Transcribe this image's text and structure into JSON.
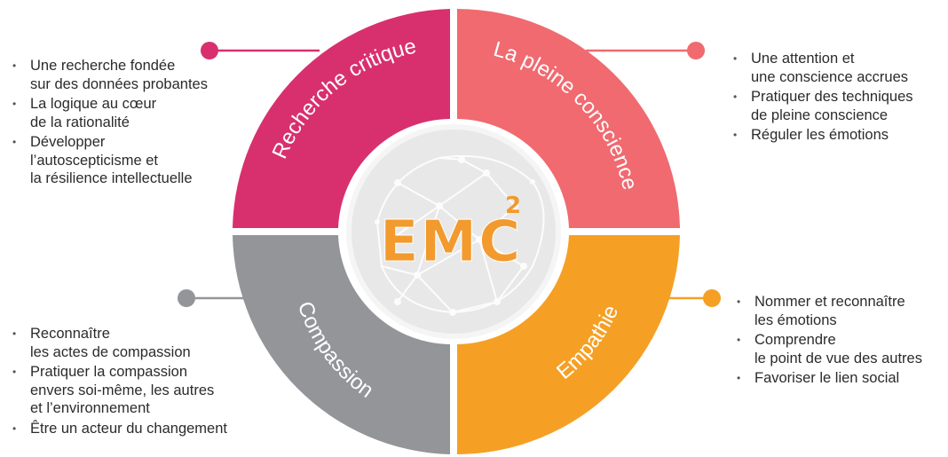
{
  "center_logo": {
    "text": "EMC",
    "superscript": "2",
    "color": "#f29a2e"
  },
  "segments": [
    {
      "id": "rc",
      "label": "Recherche critique",
      "color": "#d8306e",
      "items": [
        "Une recherche fondée\nsur des données probantes",
        "La logique au cœur\nde la rationalité",
        "Développer\nl’autoscepticisme et\nla résilience intellectuelle"
      ]
    },
    {
      "id": "pc",
      "label": "La pleine conscience",
      "color": "#f06a70",
      "items": [
        "Une attention et\nune conscience accrues",
        "Pratiquer des techniques\nde pleine conscience",
        "Réguler les émotions"
      ]
    },
    {
      "id": "co",
      "label": "Compassion",
      "color": "#939598",
      "items": [
        "Reconnaître\nles actes de compassion",
        "Pratiquer la compassion\nenvers soi-même, les autres\net l’environnement",
        "Être un acteur du changement"
      ]
    },
    {
      "id": "em",
      "label": "Empathie",
      "color": "#f5a025",
      "items": [
        "Nommer et reconnaître\nles émotions",
        "Comprendre\nle point de vue des autres",
        "Favoriser le lien social"
      ]
    }
  ]
}
